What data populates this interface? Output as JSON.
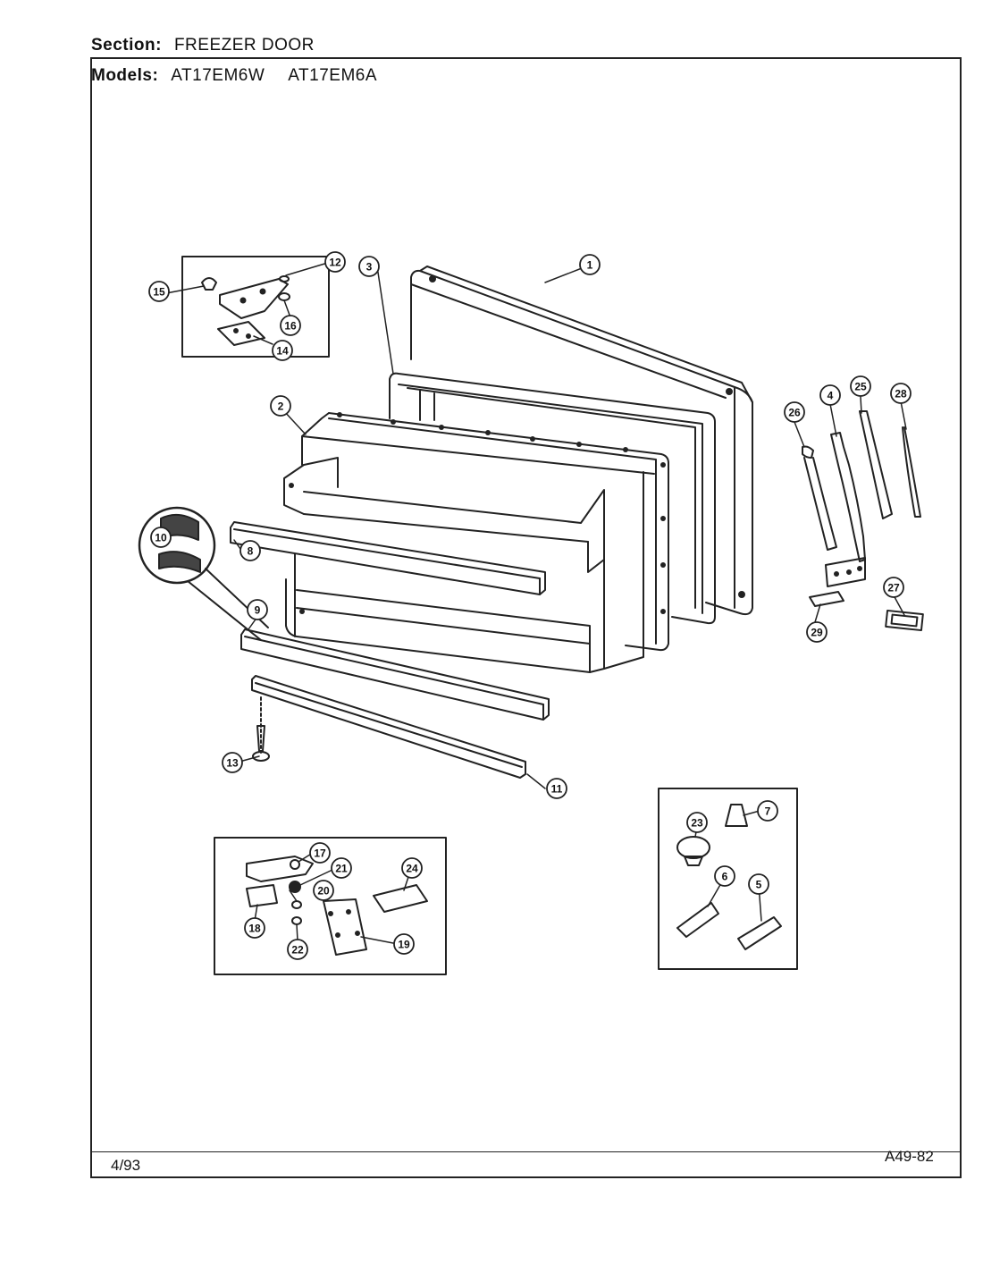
{
  "header": {
    "section_label": "Section:",
    "section_value": "FREEZER DOOR",
    "models_label": "Models:",
    "models": [
      "AT17EM6W",
      "AT17EM6A"
    ]
  },
  "footer": {
    "date": "4/93",
    "page_code": "A49-82"
  },
  "part_callouts": [
    "1",
    "2",
    "3",
    "4",
    "5",
    "6",
    "7",
    "8",
    "9",
    "10",
    "11",
    "12",
    "13",
    "14",
    "15",
    "16",
    "17",
    "18",
    "19",
    "20",
    "21",
    "22",
    "23",
    "24",
    "25",
    "26",
    "27",
    "28",
    "29"
  ]
}
